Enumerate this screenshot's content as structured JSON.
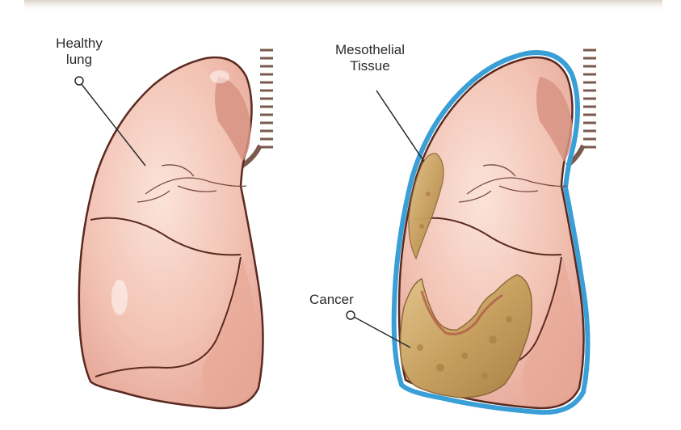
{
  "labels": {
    "healthy_line1": "Healthy",
    "healthy_line2": "lung",
    "meso_line1": "Mesothelial",
    "meso_line2": "Tissue",
    "cancer": "Cancer"
  },
  "colors": {
    "lung_fill": "#f3c3b5",
    "lung_light": "#f8dcd2",
    "lung_shadow": "#d79383",
    "outline": "#5a2a20",
    "pleura": "#3a9fd6",
    "tumor": "#c9a56a",
    "trachea": "#7a5a4e"
  }
}
